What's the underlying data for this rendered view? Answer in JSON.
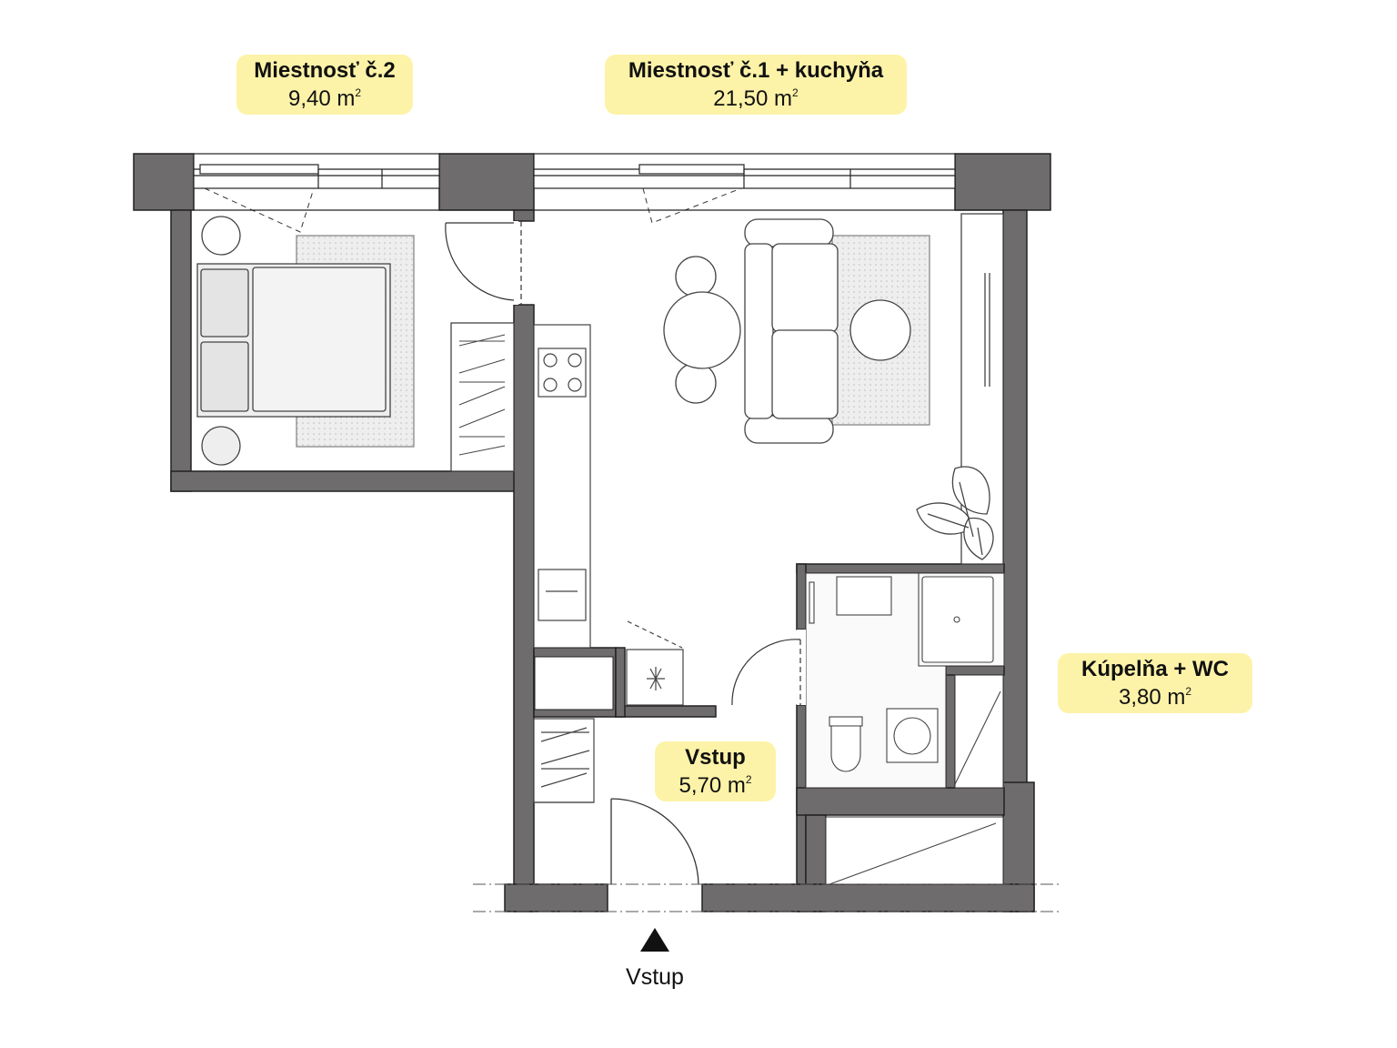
{
  "rooms": {
    "room2": {
      "name": "Miestnosť č.2",
      "area": "9,40 m",
      "unit_sup": "2"
    },
    "room1": {
      "name": "Miestnosť č.1 + kuchyňa",
      "area": "21,50 m",
      "unit_sup": "2"
    },
    "bathroom": {
      "name": "Kúpelňa + WC",
      "area": "3,80 m",
      "unit_sup": "2"
    },
    "entry": {
      "name": "Vstup",
      "area": "5,70 m",
      "unit_sup": "2"
    }
  },
  "entrance": {
    "label": "Vstup",
    "icon": "triangle-up-icon"
  },
  "colors": {
    "wall": "#6f6c6d",
    "label_bg": "#fdf3a8",
    "rug": "#e9e9e9",
    "furniture_stroke": "#444444"
  }
}
